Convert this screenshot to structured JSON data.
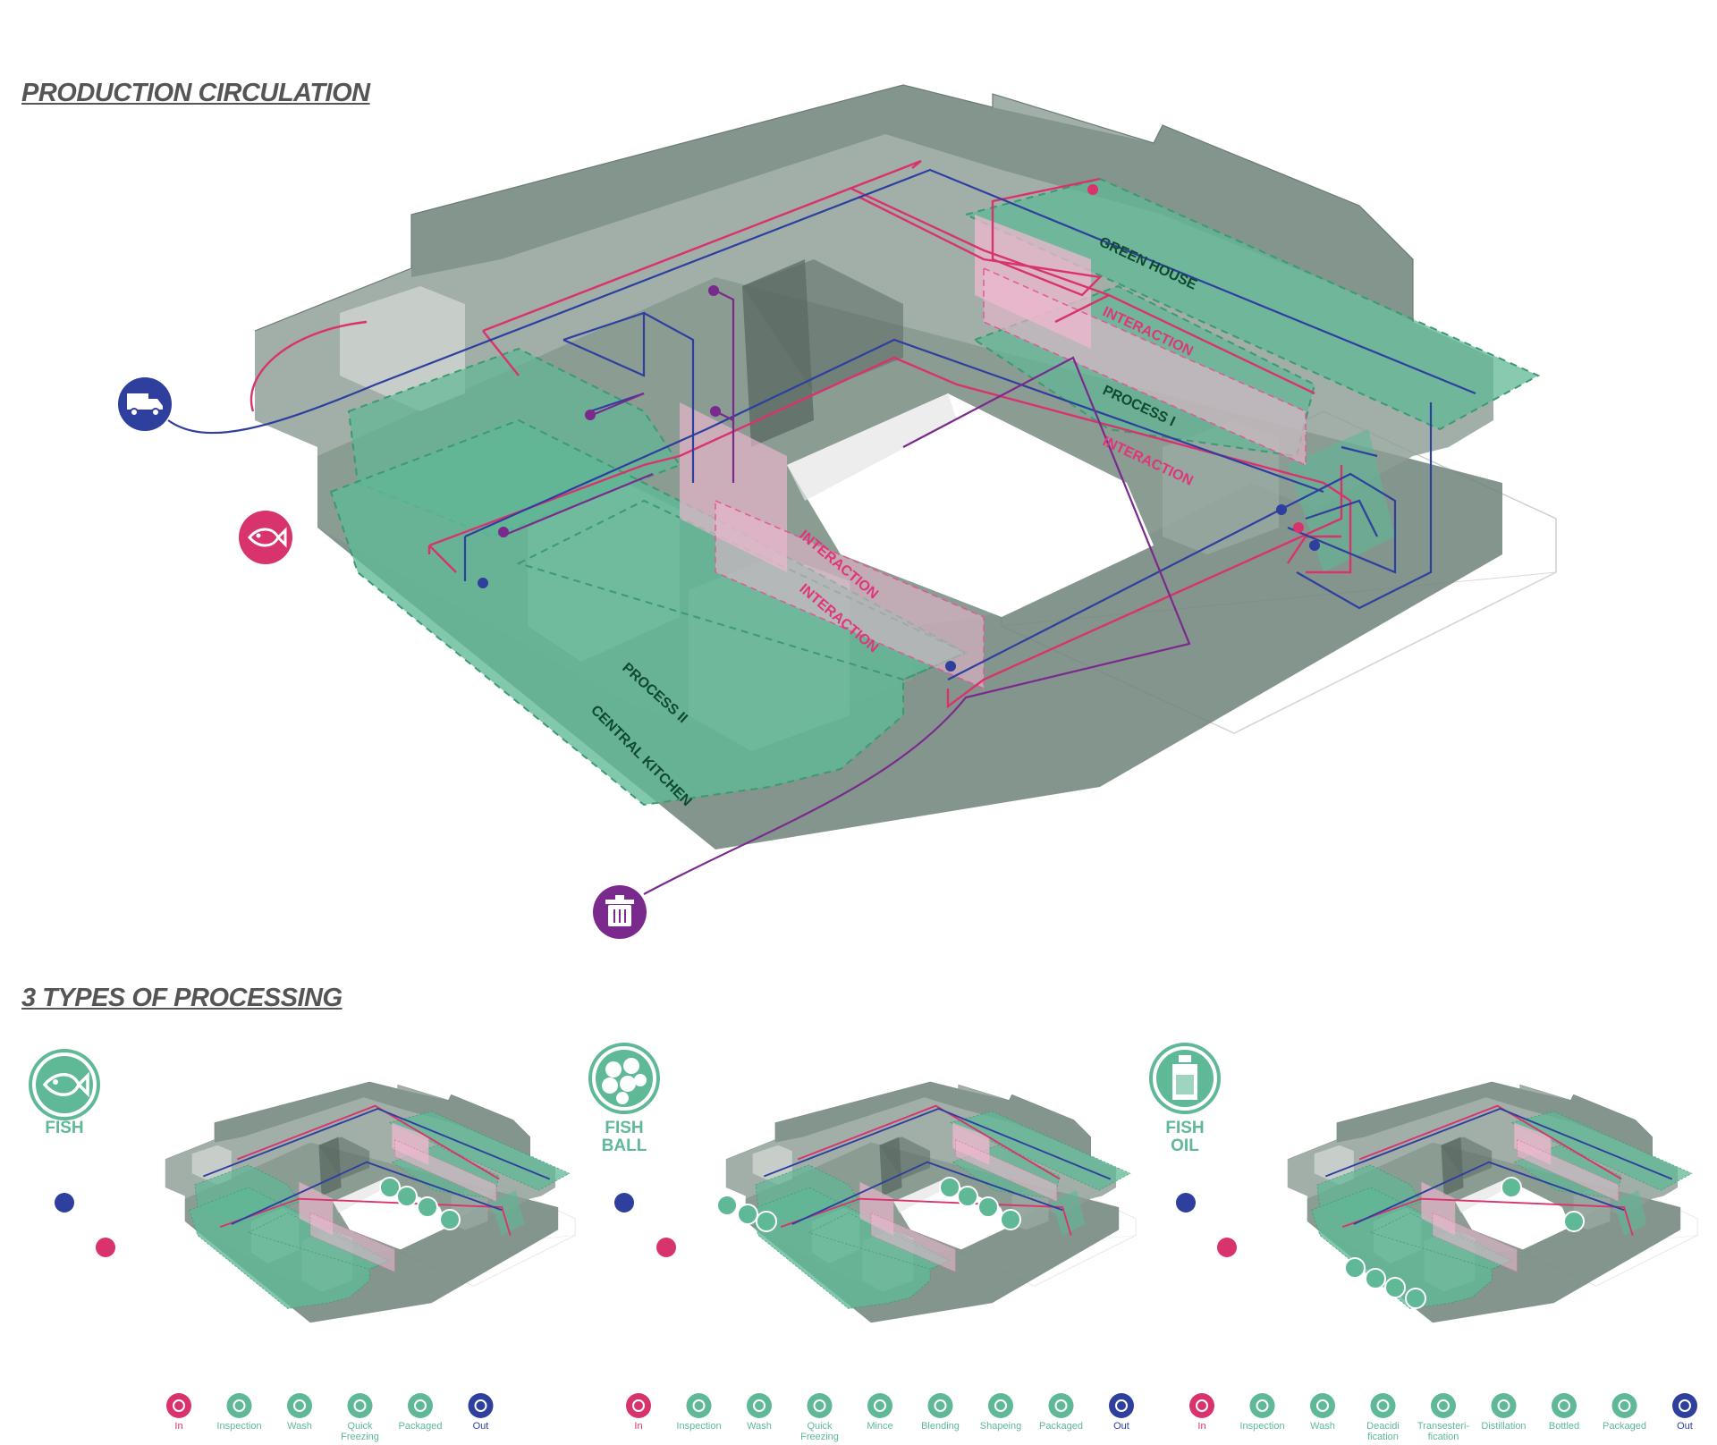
{
  "headings": {
    "production_circulation": "PRODUCTION CIRCULATION",
    "processing_types": "3 TYPES OF PROCESSING"
  },
  "zones": {
    "green_house": "GREEN HOUSE",
    "process_1": "PROCESS I",
    "process_2": "PROCESS II",
    "central_kitchen": "CENTRAL KITCHEN",
    "interaction": "INTERACTION"
  },
  "endpoints": {
    "truck": "truck-icon",
    "fish": "fish-icon",
    "waste": "trash-icon"
  },
  "processing_types": [
    {
      "label_1": "FISH",
      "label_2": "",
      "icon": "fish-icon"
    },
    {
      "label_1": "FISH",
      "label_2": "BALL",
      "icon": "fish-ball-icon"
    },
    {
      "label_1": "FISH",
      "label_2": "OIL",
      "icon": "bottle-icon"
    }
  ],
  "legends": [
    [
      {
        "label": "In",
        "color": "#d9336e",
        "icon": "fish-icon"
      },
      {
        "label": "Inspection",
        "color": "#5fb896",
        "icon": "inspection-icon"
      },
      {
        "label": "Wash",
        "color": "#5fb896",
        "icon": "shower-icon"
      },
      {
        "label": "Quick Freezing",
        "color": "#5fb896",
        "icon": "snowflake-icon"
      },
      {
        "label": "Packaged",
        "color": "#5fb896",
        "icon": "package-icon"
      },
      {
        "label": "Out",
        "color": "#2e3f9e",
        "icon": "truck-icon"
      }
    ],
    [
      {
        "label": "In",
        "color": "#d9336e",
        "icon": "fish-icon"
      },
      {
        "label": "Inspection",
        "color": "#5fb896",
        "icon": "inspection-icon"
      },
      {
        "label": "Wash",
        "color": "#5fb896",
        "icon": "shower-icon"
      },
      {
        "label": "Quick Freezing",
        "color": "#5fb896",
        "icon": "snowflake-icon"
      },
      {
        "label": "Mince",
        "color": "#5fb896",
        "icon": "mince-icon"
      },
      {
        "label": "Blending",
        "color": "#5fb896",
        "icon": "blender-icon"
      },
      {
        "label": "Shapeing",
        "color": "#5fb896",
        "icon": "balls-icon"
      },
      {
        "label": "Packaged",
        "color": "#5fb896",
        "icon": "package-icon"
      },
      {
        "label": "Out",
        "color": "#2e3f9e",
        "icon": "truck-icon"
      }
    ],
    [
      {
        "label": "In",
        "color": "#d9336e",
        "icon": "fish-icon"
      },
      {
        "label": "Inspection",
        "color": "#5fb896",
        "icon": "inspection-icon"
      },
      {
        "label": "Wash",
        "color": "#5fb896",
        "icon": "shower-icon"
      },
      {
        "label": "Deacidi fication",
        "color": "#5fb896",
        "icon": "tank-icon"
      },
      {
        "label": "Transesteri- fication",
        "color": "#5fb896",
        "icon": "reactor-icon"
      },
      {
        "label": "Distillation",
        "color": "#5fb896",
        "icon": "still-icon"
      },
      {
        "label": "Bottled",
        "color": "#5fb896",
        "icon": "bottle-icon"
      },
      {
        "label": "Packaged",
        "color": "#5fb896",
        "icon": "package-icon"
      },
      {
        "label": "Out",
        "color": "#2e3f9e",
        "icon": "truck-icon"
      }
    ]
  ],
  "colors": {
    "fish_flow": "#d9336e",
    "truck_flow": "#2e3f9e",
    "waste_flow": "#7a2a8c",
    "zone_fill": "#5fb896",
    "mass_fill": "#7e9289",
    "interaction_fill": "#efb8cf"
  }
}
